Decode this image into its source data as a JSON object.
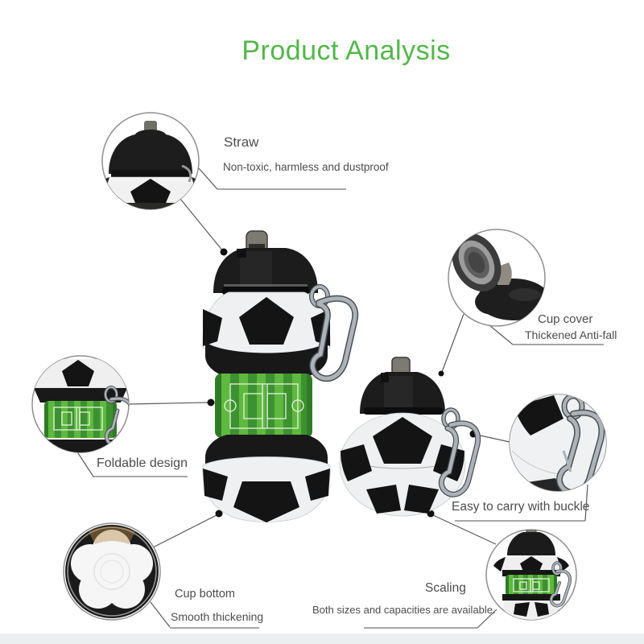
{
  "page": {
    "title": "Product Analysis"
  },
  "colors": {
    "accent_green": "#53b64a",
    "text_gray": "#4c4c4c",
    "line_gray": "#5a5a5a",
    "bottle_green_light": "#5fb83f",
    "bottle_green_dark": "#3d9130",
    "bottle_green_edge": "#2f7b26"
  },
  "callouts": {
    "straw": {
      "heading": "Straw",
      "sub": "Non-toxic, harmless and dustproof"
    },
    "cup_cover": {
      "heading": "Cup cover",
      "sub": "Thickened Anti-fall"
    },
    "foldable": {
      "heading": "Foldable design"
    },
    "easy_carry": {
      "heading": "Easy to carry with buckle"
    },
    "cup_bottom": {
      "heading": "Cup bottom",
      "sub": "Smooth thickening"
    },
    "scaling": {
      "heading": "Scaling",
      "sub": "Both sizes and capacities are available."
    }
  }
}
